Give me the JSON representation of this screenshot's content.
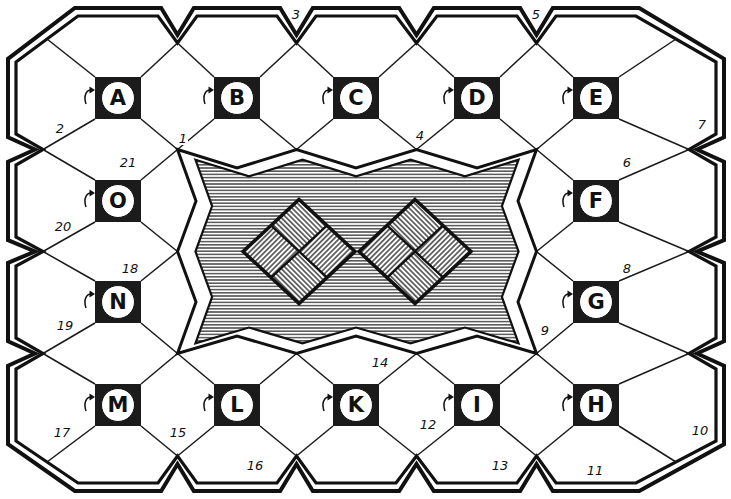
{
  "diagram": {
    "nodes": [
      {
        "text": [
          "A"
        ]
      },
      {
        "text": [
          "B"
        ]
      },
      {
        "text": [
          "C"
        ]
      },
      {
        "text": [
          "D"
        ]
      },
      {
        "text": [
          "E"
        ]
      },
      {
        "text": [
          "O"
        ]
      },
      {
        "text": [
          "F"
        ]
      },
      {
        "text": [
          "N"
        ]
      },
      {
        "text": [
          "G"
        ]
      },
      {
        "text": [
          "M"
        ]
      },
      {
        "text": [
          "L"
        ]
      },
      {
        "text": [
          "K"
        ]
      },
      {
        "text": [
          "I"
        ]
      },
      {
        "text": [
          "H"
        ]
      }
    ],
    "labels": [
      "1",
      "2",
      "3",
      "4",
      "5",
      "6",
      "7",
      "8",
      "9",
      "10",
      "11",
      "12",
      "13",
      "14",
      "15",
      "16",
      "17",
      "18",
      "19",
      "20",
      "21"
    ]
  }
}
